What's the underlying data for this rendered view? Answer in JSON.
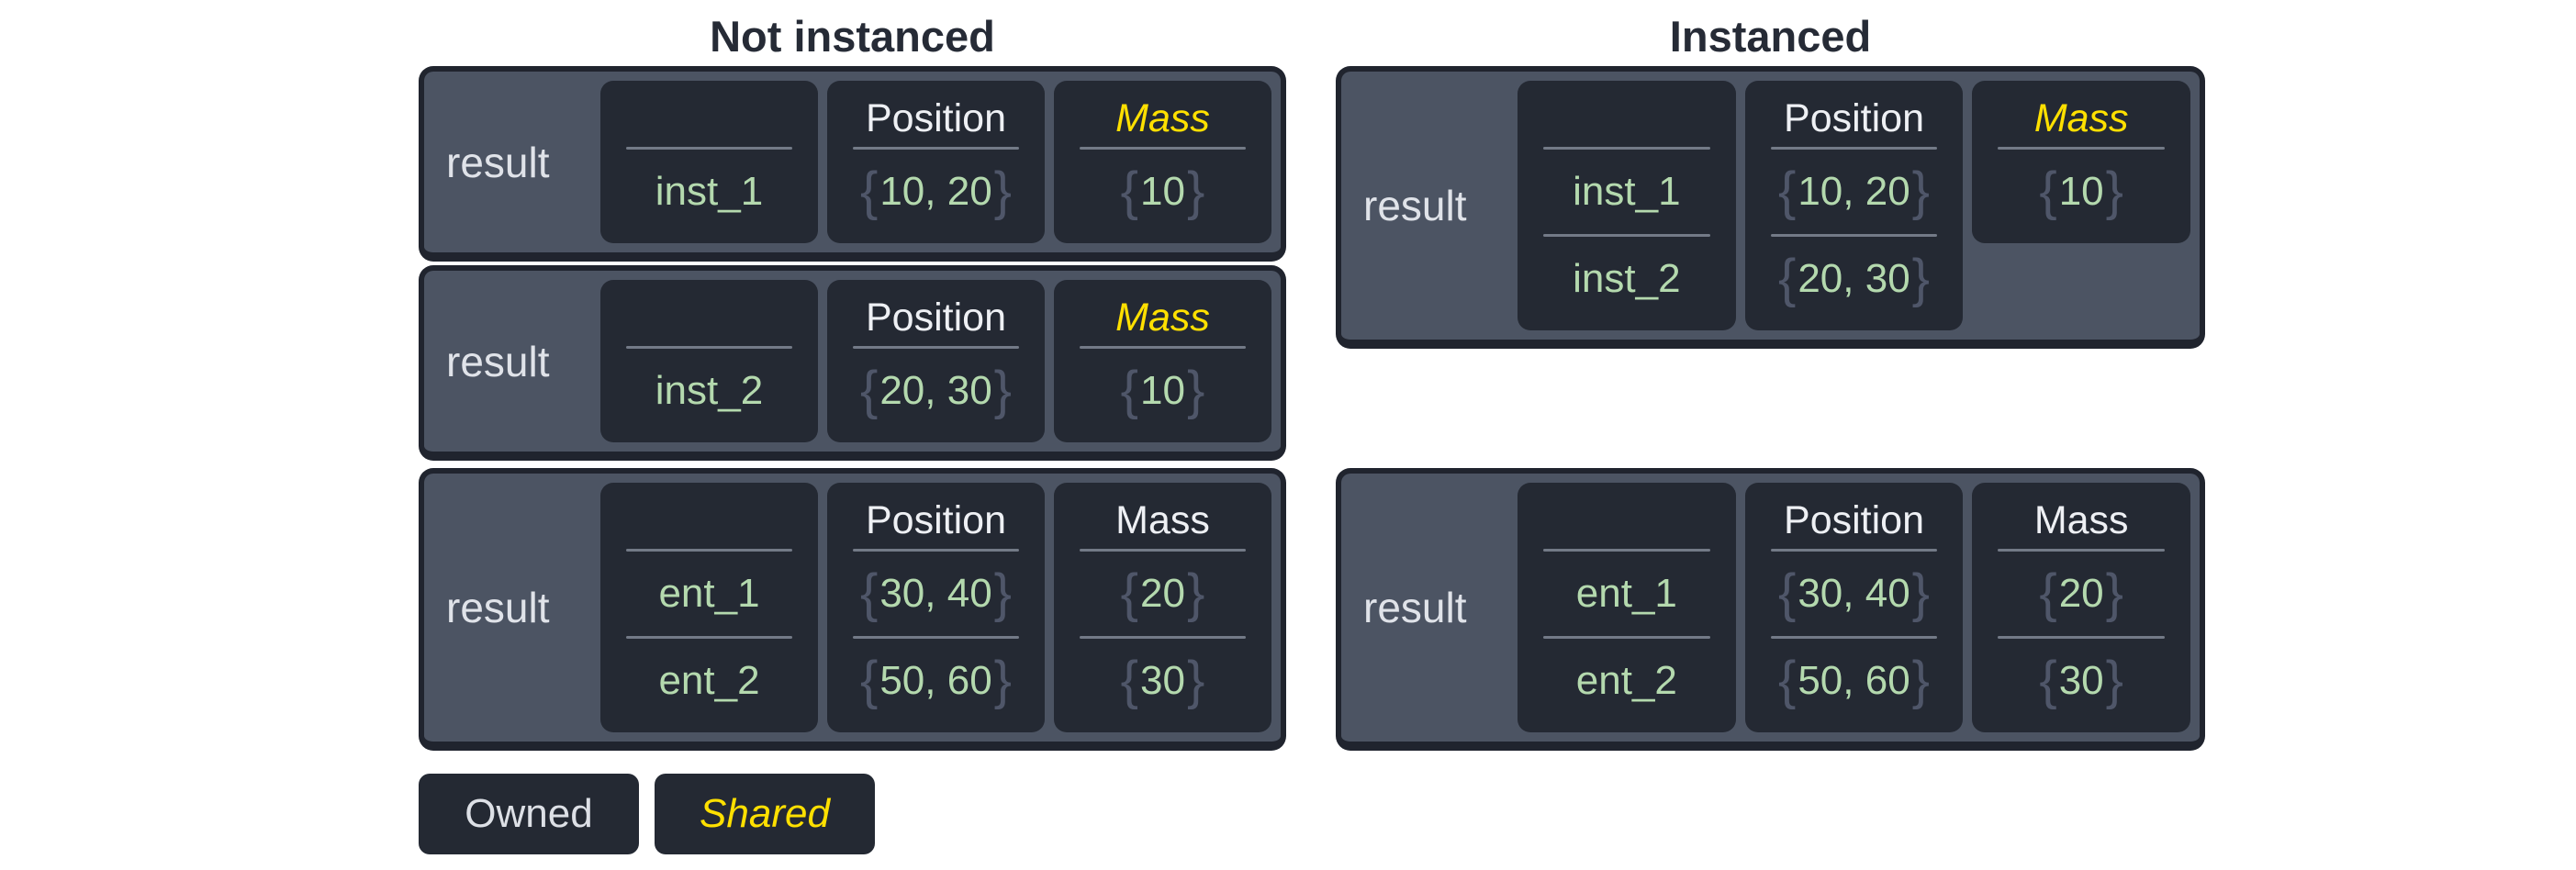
{
  "titles": {
    "left": "Not instanced",
    "right": "Instanced"
  },
  "labels": {
    "result": "result"
  },
  "headers": {
    "entity": "",
    "position": "Position",
    "mass": "Mass"
  },
  "braces": {
    "open": "{",
    "close": "}"
  },
  "tables": {
    "left_top": {
      "rows": [
        {
          "name": "inst_1",
          "position": "10, 20",
          "mass": "10"
        }
      ]
    },
    "left_middle": {
      "rows": [
        {
          "name": "inst_2",
          "position": "20, 30",
          "mass": "10"
        }
      ]
    },
    "left_bottom": {
      "rows": [
        {
          "name": "ent_1",
          "position": "30, 40",
          "mass": "20"
        },
        {
          "name": "ent_2",
          "position": "50, 60",
          "mass": "30"
        }
      ]
    },
    "right_top": {
      "rows": [
        {
          "name": "inst_1",
          "position": "10, 20",
          "mass": "10"
        },
        {
          "name": "inst_2",
          "position": "20, 30"
        }
      ]
    },
    "right_bottom": {
      "rows": [
        {
          "name": "ent_1",
          "position": "30, 40",
          "mass": "20"
        },
        {
          "name": "ent_2",
          "position": "50, 60",
          "mass": "30"
        }
      ]
    }
  },
  "legend": {
    "owned": "Owned",
    "shared": "Shared"
  },
  "colors": {
    "container_bg": "#4c5463",
    "cell_bg": "#242933",
    "outer_border": "#20242e",
    "title_text": "#262b36",
    "header_text": "#eef0f4",
    "result_text": "#e0e3e9",
    "value_green": "#b4d9ae",
    "brace_gray": "#4f5669",
    "shared_yellow": "#ffe000",
    "divider_gray": "#737a87"
  }
}
